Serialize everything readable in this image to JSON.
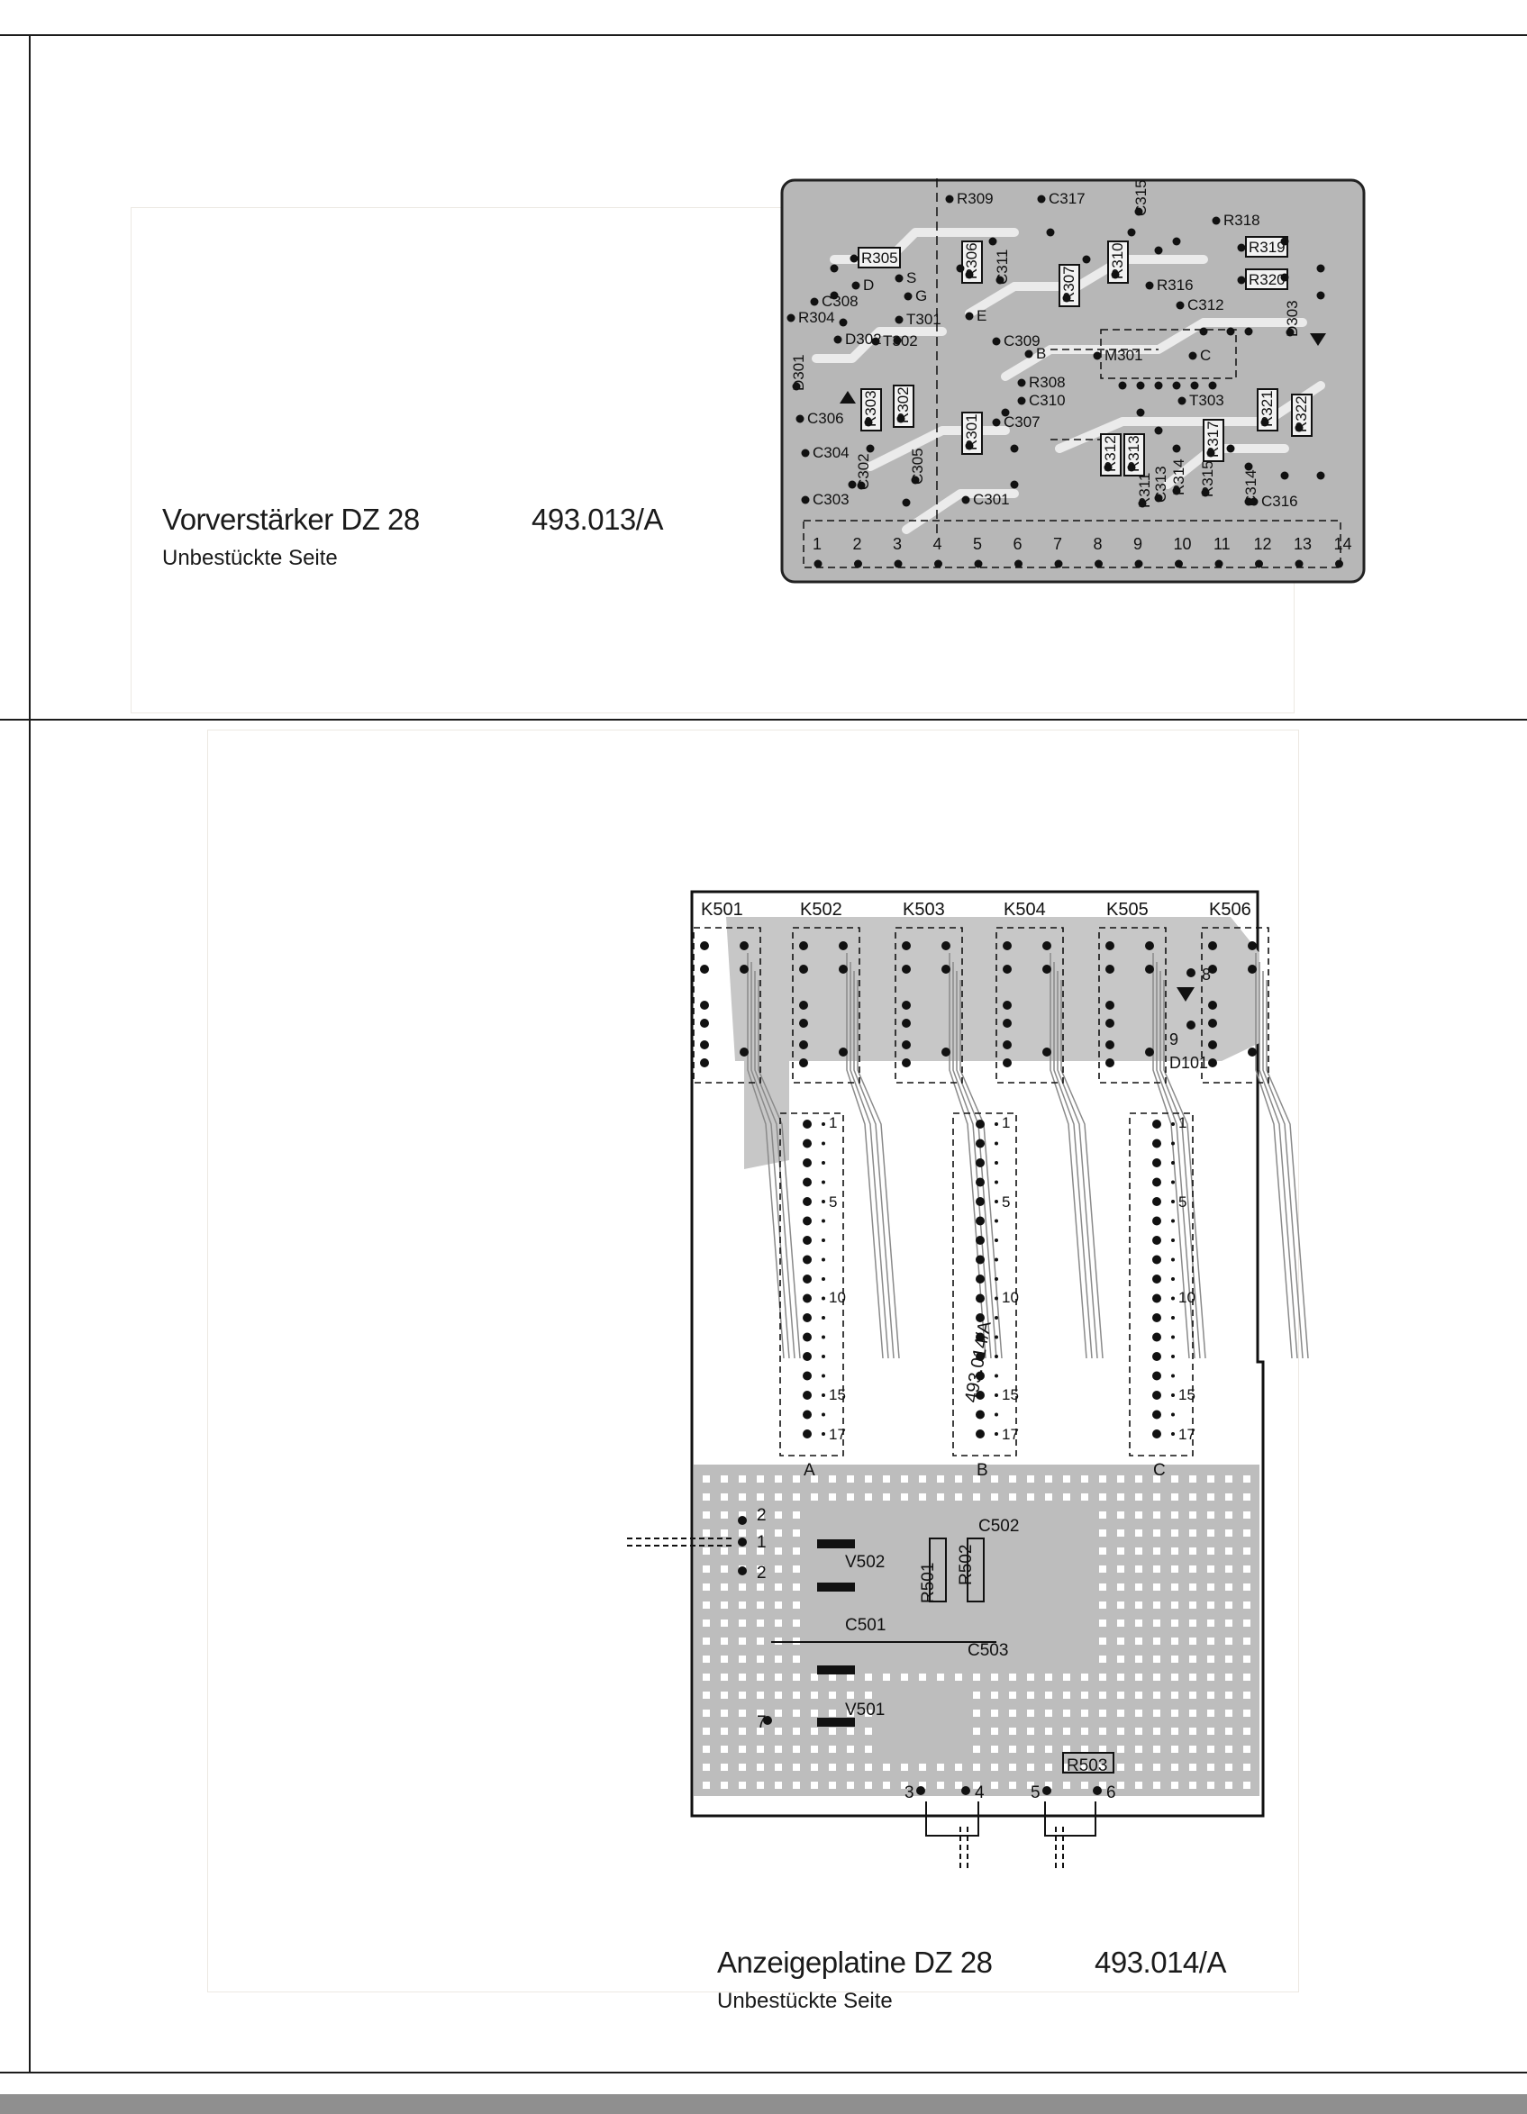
{
  "preamp": {
    "title": "Vorverstärker DZ 28",
    "part_number": "493.013/A",
    "subtitle": "Unbestückte Seite",
    "components": [
      "R309",
      "C317",
      "C315",
      "R318",
      "R305",
      "R306",
      "C311",
      "R307",
      "R310",
      "R319",
      "C308",
      "D",
      "S",
      "G",
      "R316",
      "R320",
      "C312",
      "R304",
      "T301",
      "E",
      "B",
      "D303",
      "D301",
      "D302",
      "T302",
      "C309",
      "M301",
      "C",
      "R308",
      "R303",
      "R302",
      "C310",
      "T303",
      "C306",
      "R301",
      "C307",
      "R321",
      "R322",
      "C304",
      "R312",
      "R313",
      "R317",
      "C302",
      "C305",
      "R311",
      "R314",
      "R315",
      "C313",
      "C314",
      "C316",
      "C303",
      "C301"
    ],
    "pins": [
      "1",
      "2",
      "3",
      "4",
      "5",
      "6",
      "7",
      "8",
      "9",
      "10",
      "11",
      "12",
      "13",
      "14"
    ]
  },
  "display": {
    "title": "Anzeigeplatine DZ 28",
    "part_number": "493.014/A",
    "subtitle": "Unbestückte Seite",
    "board_mark": "493.014/A",
    "relays": [
      "K501",
      "K502",
      "K503",
      "K504",
      "K505",
      "K506"
    ],
    "connectors": [
      {
        "label": "A",
        "pins": [
          "1",
          "5",
          "10",
          "15",
          "17"
        ]
      },
      {
        "label": "B",
        "pins": [
          "1",
          "5",
          "10",
          "15",
          "17"
        ]
      },
      {
        "label": "C",
        "pins": [
          "1",
          "5",
          "10",
          "15",
          "17"
        ]
      }
    ],
    "led": {
      "label": "D101",
      "pins": [
        "8",
        "9"
      ]
    },
    "lower_components": [
      "C502",
      "V502",
      "R501",
      "R502",
      "C501",
      "C503",
      "V501",
      "R503"
    ],
    "terminals": [
      "2",
      "1",
      "2",
      "7",
      "3",
      "4",
      "5",
      "6"
    ]
  }
}
